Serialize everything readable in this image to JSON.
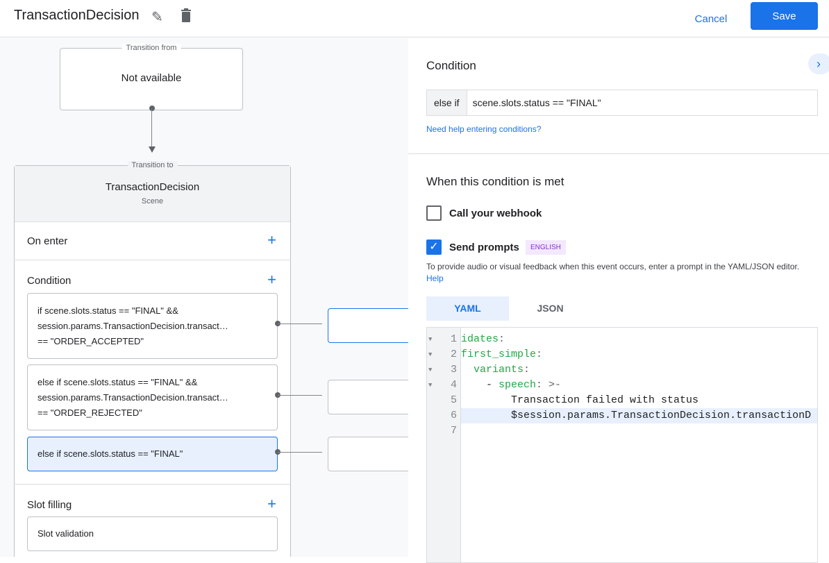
{
  "header": {
    "title": "TransactionDecision",
    "cancel_label": "Cancel",
    "save_label": "Save"
  },
  "canvas": {
    "transition_from": {
      "legend": "Transition from",
      "value": "Not available"
    },
    "transition_to": {
      "legend": "Transition to",
      "scene_name": "TransactionDecision",
      "scene_type": "Scene"
    },
    "sections": {
      "on_enter": "On enter",
      "condition": "Condition",
      "slot_filling": "Slot filling",
      "slot_validation": "Slot validation"
    },
    "conditions": [
      {
        "lines": [
          "if scene.slots.status == \"FINAL\" &&",
          "session.params.TransactionDecision.transact…",
          "== \"ORDER_ACCEPTED\""
        ]
      },
      {
        "lines": [
          "else if scene.slots.status == \"FINAL\" &&",
          "session.params.TransactionDecision.transact…",
          "== \"ORDER_REJECTED\""
        ]
      },
      {
        "lines": [
          "else if scene.slots.status == \"FINAL\""
        ],
        "selected": true
      }
    ]
  },
  "panel": {
    "condition_title": "Condition",
    "condition_prefix": "else if",
    "condition_value": "scene.slots.status == \"FINAL\"",
    "help_link": "Need help entering conditions?",
    "met_title": "When this condition is met",
    "webhook_label": "Call your webhook",
    "webhook_checked": false,
    "prompts_label": "Send prompts",
    "prompts_checked": true,
    "language_badge": "ENGLISH",
    "prompt_hint": "To provide audio or visual feedback when this event occurs, enter a prompt in the YAML/JSON editor.",
    "help": "Help",
    "tabs": [
      {
        "label": "YAML",
        "active": true
      },
      {
        "label": "JSON",
        "active": false
      }
    ],
    "code": [
      {
        "n": "1",
        "text": "idates:"
      },
      {
        "n": "2",
        "text": "first_simple:"
      },
      {
        "n": "3",
        "text": "  variants:"
      },
      {
        "n": "4",
        "text": "    - speech: >-"
      },
      {
        "n": "5",
        "text": "        Transaction failed with status"
      },
      {
        "n": "6",
        "text": "        $session.params.TransactionDecision.transactionD"
      },
      {
        "n": "7",
        "text": ""
      }
    ]
  },
  "colors": {
    "accent": "#1a73e8",
    "selected": "#e8f0fe",
    "badge_bg": "#f3e8fd",
    "badge_fg": "#8430ce",
    "yaml_key": "#22a745"
  }
}
